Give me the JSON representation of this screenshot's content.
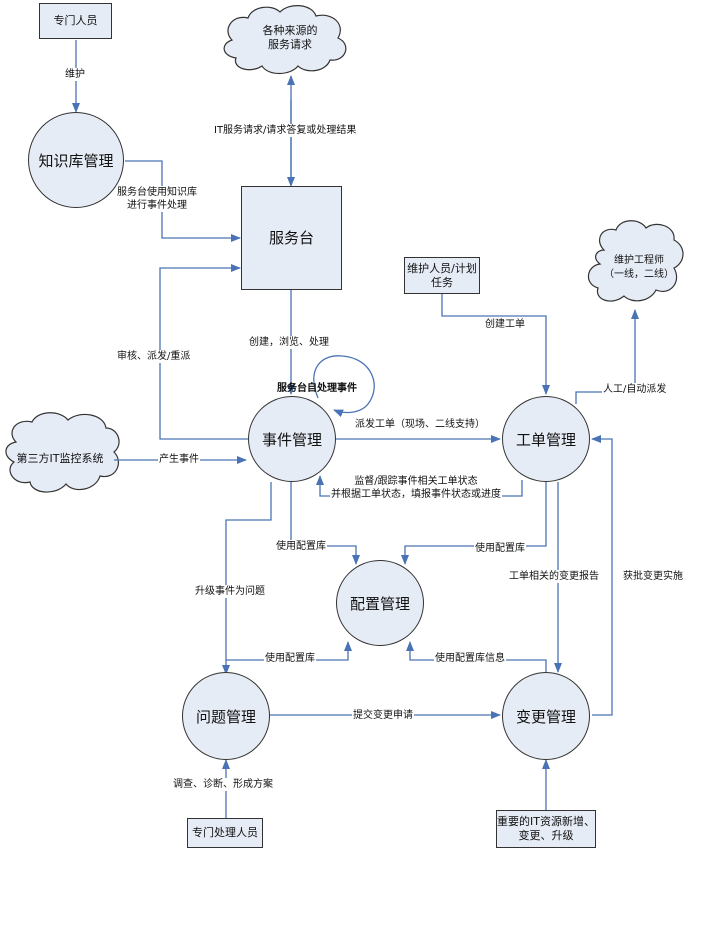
{
  "nodes": {
    "specialist_top": "专门人员",
    "service_requests_cloud": "各种来源的\n服务请求",
    "knowledge_mgmt": "知识库管理",
    "service_desk": "服务台",
    "maint_staff_plan": "维护人员/计划\n任务",
    "maint_engineer_cloud": "维护工程师\n（一线，二线）",
    "third_party_cloud": "第三方IT监控系统",
    "incident_mgmt": "事件管理",
    "workorder_mgmt": "工单管理",
    "config_mgmt": "配置管理",
    "problem_mgmt": "问题管理",
    "change_mgmt": "变更管理",
    "specialist_handler": "专门处理人员",
    "it_resource_box": "重要的IT资源新增、\n变更、升级"
  },
  "labels": {
    "maintain": "维护",
    "it_service_request": "IT服务请求/请求答复或处理结果",
    "desk_uses_kb": "服务台使用知识库\n进行事件处理",
    "review_dispatch": "审核、派发/重派",
    "create_browse_handle": "创建，浏览、处理",
    "desk_self_handle": "服务台自处理事件",
    "create_workorder": "创建工单",
    "manual_auto_dispatch": "人工/自动派发",
    "dispatch_workorder": "派发工单（现场、二线支持）",
    "generate_event": "产生事件",
    "monitor_track": "监督/跟踪事件相关工单状态\n并根据工单状态，填报事件状态或进度",
    "use_cmdb_1": "使用配置库",
    "use_cmdb_2": "使用配置库",
    "use_cmdb_3": "使用配置库",
    "use_cmdb_info": "使用配置库信息",
    "upgrade_to_problem": "升级事件为问题",
    "workorder_change_report": "工单相关的变更报告",
    "approved_change": "获批变更实施",
    "submit_change": "提交变更申请",
    "investigate": "调查、诊断、形成方案"
  }
}
